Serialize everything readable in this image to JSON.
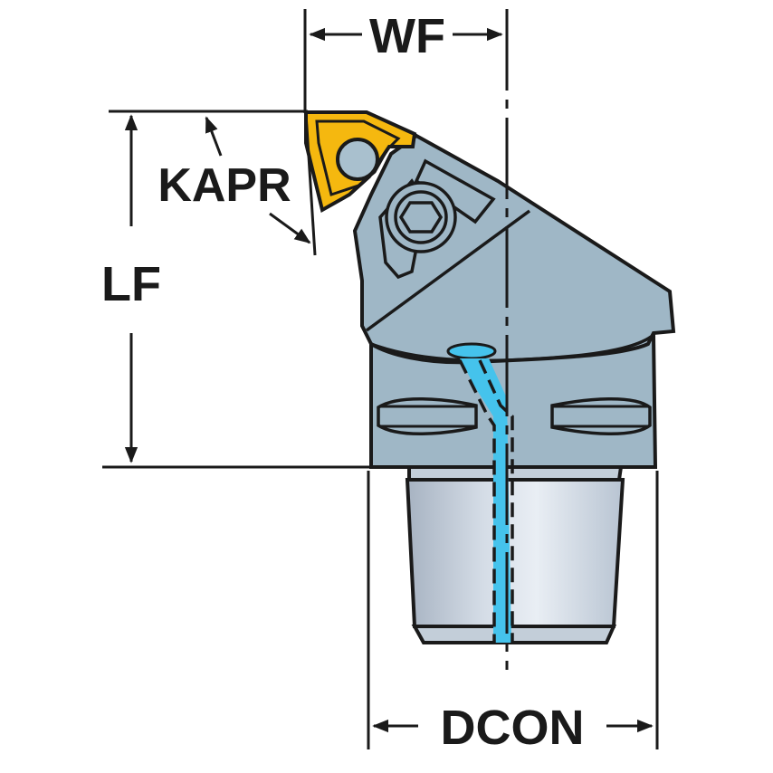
{
  "diagram": {
    "type": "technical-drawing",
    "subject": "cutting tool holder with indexable insert",
    "labels": {
      "wf": "WF",
      "kapr": "KAPR",
      "lf": "LF",
      "dcon": "DCON"
    },
    "colors": {
      "body": "#9fb7c6",
      "insert": "#f5b80f",
      "coolant": "#45c3ec",
      "shank_light": "#e6ecf2",
      "shank_dark": "#a9b6c4",
      "outline": "#1a1a1a",
      "background": "#ffffff"
    }
  }
}
